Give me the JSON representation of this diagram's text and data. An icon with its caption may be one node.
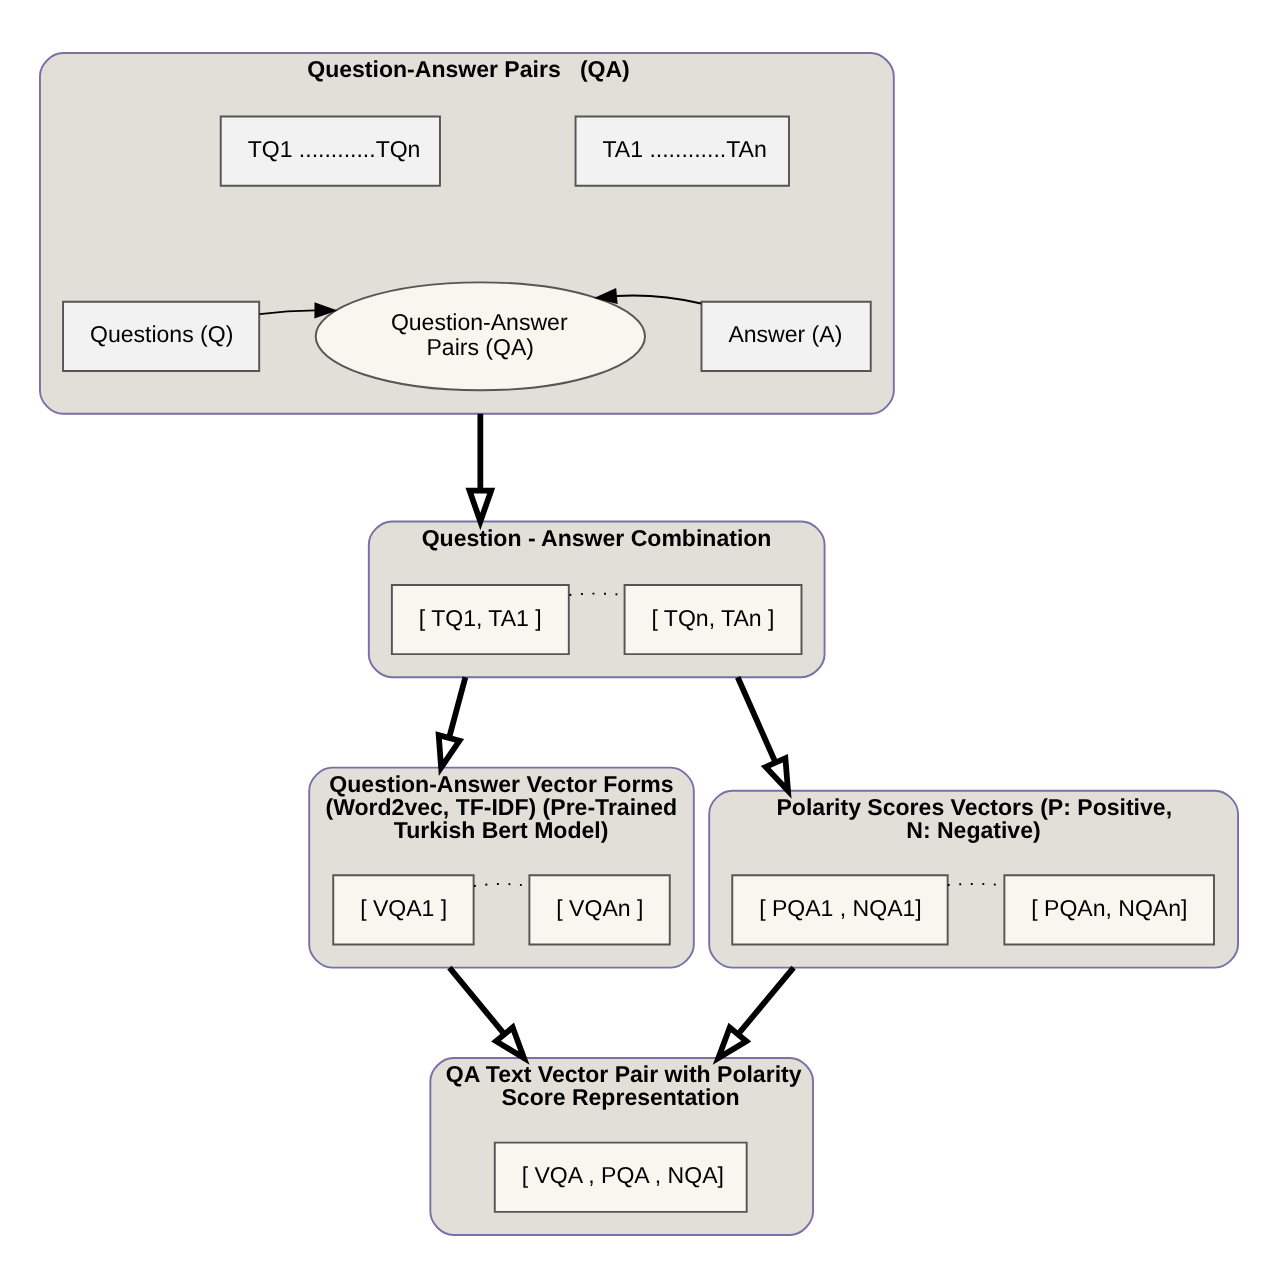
{
  "diagram": {
    "nodes": [
      {
        "text": [
          "Question-Answer Pairs   (QA)"
        ]
      },
      {
        "text": [
          "TQ1 ............TQn"
        ],
        "in": 0
      },
      {
        "text": [
          "TA1 ............TAn"
        ],
        "in": 0
      },
      {
        "text": [
          "Questions (Q)"
        ],
        "in": 0
      },
      {
        "text": [
          "Question-Answer Pairs (QA)"
        ],
        "in": 0
      },
      {
        "text": [
          "Answer (A)"
        ],
        "in": 0
      },
      {
        "text": [
          "Question - Answer Combination"
        ]
      },
      {
        "text": [
          "[ TQ1, TA1 ]"
        ],
        "in": 6
      },
      {
        "text": [
          "[ TQn, TAn ]"
        ],
        "in": 6
      },
      {
        "text": [
          "Question-Answer Vector Forms (Word2vec, TF-IDF) (Pre-Trained Turkish Bert Model)"
        ]
      },
      {
        "text": [
          "[ VQA1 ]"
        ],
        "in": 9
      },
      {
        "text": [
          "[ VQAn ]"
        ],
        "in": 9
      },
      {
        "text": [
          "Polarity Scores Vectors (P: Positive, N: Negative)"
        ]
      },
      {
        "text": [
          "[ PQA1 , NQA1]"
        ],
        "in": 12
      },
      {
        "text": [
          "[ PQAn, NQAn]"
        ],
        "in": 12
      },
      {
        "text": [
          "QA Text Vector Pair with Polarity Score Representation"
        ]
      },
      {
        "text": [
          "[ VQA , PQA , NQA]"
        ],
        "in": 15
      }
    ],
    "edges": [
      {
        "from": 3,
        "to": 4,
        "arrow": "to"
      },
      {
        "from": 5,
        "to": 4,
        "arrow": "to"
      },
      {
        "from": 0,
        "to": 6,
        "arrow": "to",
        "style": "thick"
      },
      {
        "from": 7,
        "to": 8,
        "arrow": "none",
        "style": "dashed"
      },
      {
        "from": 6,
        "to": 9,
        "arrow": "to",
        "style": "thick"
      },
      {
        "from": 6,
        "to": 12,
        "arrow": "to",
        "style": "thick"
      },
      {
        "from": 10,
        "to": 11,
        "arrow": "none",
        "style": "dashed"
      },
      {
        "from": 13,
        "to": 14,
        "arrow": "none",
        "style": "dashed"
      },
      {
        "from": 9,
        "to": 15,
        "arrow": "to",
        "style": "thick"
      },
      {
        "from": 12,
        "to": 15,
        "arrow": "to",
        "style": "thick"
      }
    ]
  }
}
